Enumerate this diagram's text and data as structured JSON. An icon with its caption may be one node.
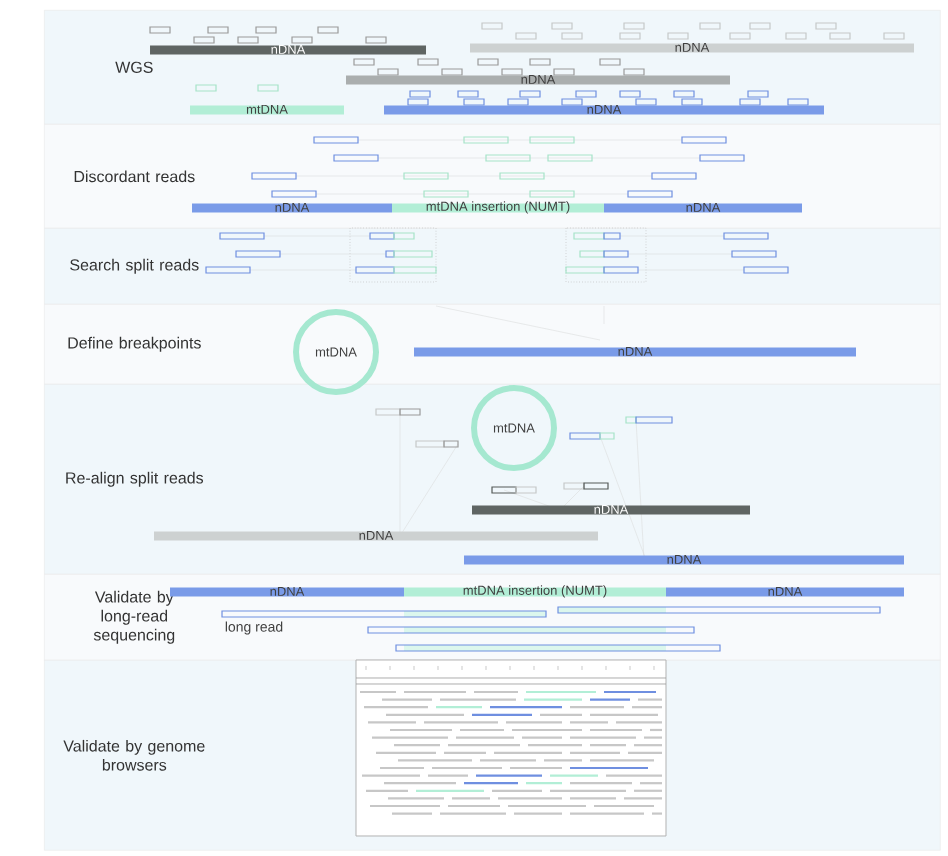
{
  "diagram": {
    "nodes": [
      {
        "text": [
          "WGS"
        ]
      },
      {
        "text": [
          "nDNA"
        ],
        "in": 0
      },
      {
        "text": [
          "nDNA"
        ],
        "in": 0
      },
      {
        "text": [
          "nDNA"
        ],
        "in": 0
      },
      {
        "text": [
          "mtDNA"
        ],
        "in": 0
      },
      {
        "text": [
          "nDNA"
        ],
        "in": 0
      },
      {
        "text": [
          "Discordant reads"
        ]
      },
      {
        "text": [
          "nDNA"
        ],
        "in": 6
      },
      {
        "text": [
          "mtDNA insertion (NUMT)"
        ],
        "in": 6
      },
      {
        "text": [
          "nDNA"
        ],
        "in": 6
      },
      {
        "text": [
          "Search split reads"
        ]
      },
      {
        "text": [
          "Define breakpoints"
        ]
      },
      {
        "text": [
          "mtDNA"
        ]
      },
      {
        "text": [
          "nDNA"
        ],
        "in": 11
      },
      {
        "text": [
          "Re-align split reads"
        ]
      },
      {
        "text": [
          "mtDNA"
        ],
        "in": 14
      },
      {
        "text": [
          "nDNA"
        ],
        "in": 14
      },
      {
        "text": [
          "nDNA"
        ],
        "in": 14
      },
      {
        "text": [
          "nDNA"
        ],
        "in": 14
      },
      {
        "text": [
          "Validate by long-read sequencing"
        ]
      },
      {
        "text": [
          "nDNA"
        ],
        "in": 19
      },
      {
        "text": [
          "mtDNA insertion (NUMT)"
        ],
        "in": 19
      },
      {
        "text": [
          "nDNA"
        ],
        "in": 19
      },
      {
        "text": [
          "Validate by genome browsers"
        ]
      }
    ],
    "labels": [
      "long read"
    ]
  }
}
